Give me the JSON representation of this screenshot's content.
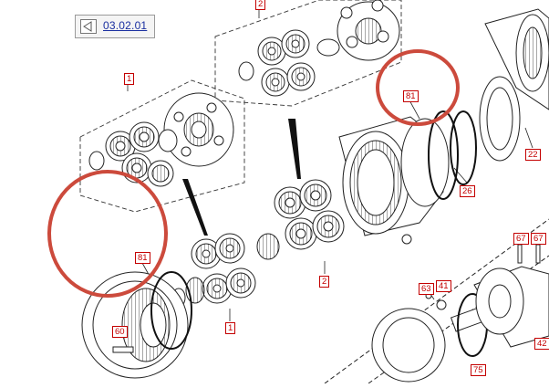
{
  "navigation": {
    "section_code": "03.02.01",
    "back_icon": "back-arrow-icon"
  },
  "callouts": [
    {
      "id": "c-2a",
      "label": "2"
    },
    {
      "id": "c-1a",
      "label": "1"
    },
    {
      "id": "c-81a",
      "label": "81"
    },
    {
      "id": "c-22",
      "label": "22"
    },
    {
      "id": "c-26",
      "label": "26"
    },
    {
      "id": "c-81b",
      "label": "81"
    },
    {
      "id": "c-2b",
      "label": "2"
    },
    {
      "id": "c-1b",
      "label": "1"
    },
    {
      "id": "c-60",
      "label": "60"
    },
    {
      "id": "c-67a",
      "label": "67"
    },
    {
      "id": "c-67b",
      "label": "67"
    },
    {
      "id": "c-63",
      "label": "63"
    },
    {
      "id": "c-41",
      "label": "41"
    },
    {
      "id": "c-42",
      "label": "42"
    },
    {
      "id": "c-75",
      "label": "75"
    }
  ],
  "highlight_color": "#cc4a3c",
  "callout_color": "#c40000"
}
